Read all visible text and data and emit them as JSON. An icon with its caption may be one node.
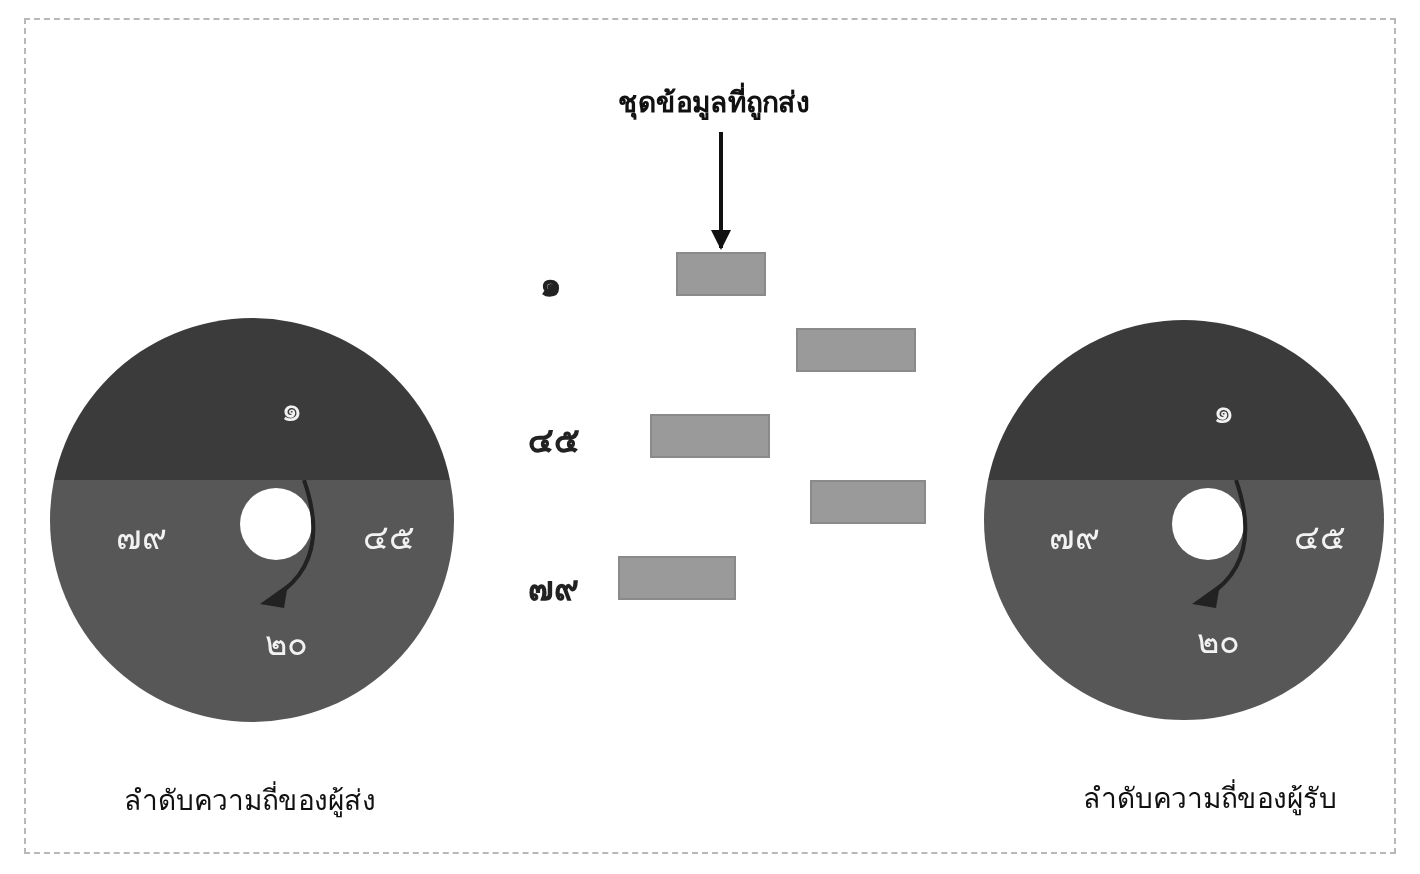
{
  "diagram": {
    "nodes": [
      {
        "text": [
          "ชุดข้อมูลที่ถูกส่ง"
        ]
      },
      {
        "text": [],
        "shape": "bar"
      },
      {
        "text": [],
        "shape": "bar"
      },
      {
        "text": [],
        "shape": "bar"
      },
      {
        "text": [],
        "shape": "bar"
      },
      {
        "text": [],
        "shape": "bar"
      },
      {
        "text": [
          "๑",
          "๗๙",
          "๔๕",
          "๒๐"
        ],
        "beside": [
          "ลำดับความถี่ของผู้ส่ง"
        ]
      },
      {
        "text": [
          "๑",
          "๗๙",
          "๔๕",
          "๒๐"
        ],
        "beside": [
          "ลำดับความถี่ของผู้รับ"
        ]
      }
    ],
    "edges": [
      {
        "from": 0,
        "to": 1,
        "arrow": "to"
      }
    ],
    "labels": [
      "๑",
      "๔๕",
      "๗๙"
    ]
  }
}
